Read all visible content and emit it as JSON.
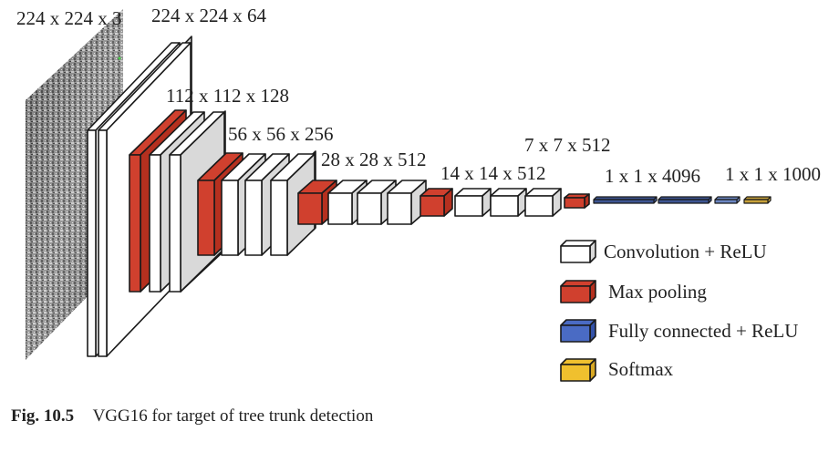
{
  "figure": {
    "title": "VGG16 for target of tree trunk detection",
    "caption_number": "Fig. 10.5",
    "caption_text": "VGG16 for target of tree trunk detection"
  },
  "colors": {
    "conv": "#ffffff",
    "conv_side": "#d9d9d9",
    "pool": "#d0402e",
    "pool_side": "#b5301f",
    "fc": "#3d5592",
    "fc_light": "#6b86c2",
    "softmax": "#c7a13a",
    "stage_panel": "#d4d4d4",
    "outline": "#1a1a1a"
  },
  "input": {
    "label": "224 x 224 x 3",
    "description": "grayscale tree trunk photo"
  },
  "stages": [
    {
      "id": "stage1",
      "label": "224 x 224 x 64",
      "layers": [
        "conv",
        "conv"
      ]
    },
    {
      "id": "stage2",
      "label": "112 x 112 x 128",
      "layers": [
        "pool",
        "conv",
        "conv"
      ]
    },
    {
      "id": "stage3",
      "label": "56 x 56 x 256",
      "layers": [
        "pool",
        "conv",
        "conv",
        "conv"
      ]
    },
    {
      "id": "stage4",
      "label": "28 x 28 x 512",
      "layers": [
        "pool",
        "conv",
        "conv",
        "conv"
      ]
    },
    {
      "id": "stage5",
      "label": "14 x 14 x 512",
      "layers": [
        "pool",
        "conv",
        "conv",
        "conv"
      ]
    },
    {
      "id": "stage6",
      "label": "7 x 7 x 512",
      "layers": [
        "pool"
      ]
    },
    {
      "id": "fc",
      "label": "1 x 1 x 4096",
      "layers": [
        "fc",
        "fc",
        "fc_small"
      ]
    },
    {
      "id": "output",
      "label": "1 x 1 x 1000",
      "layers": [
        "softmax"
      ]
    }
  ],
  "legend": [
    {
      "type": "conv",
      "label": "Convolution + ReLU"
    },
    {
      "type": "pool",
      "label": "Max pooling"
    },
    {
      "type": "fc",
      "label": "Fully connected + ReLU"
    },
    {
      "type": "softmax",
      "label": "Softmax"
    }
  ]
}
